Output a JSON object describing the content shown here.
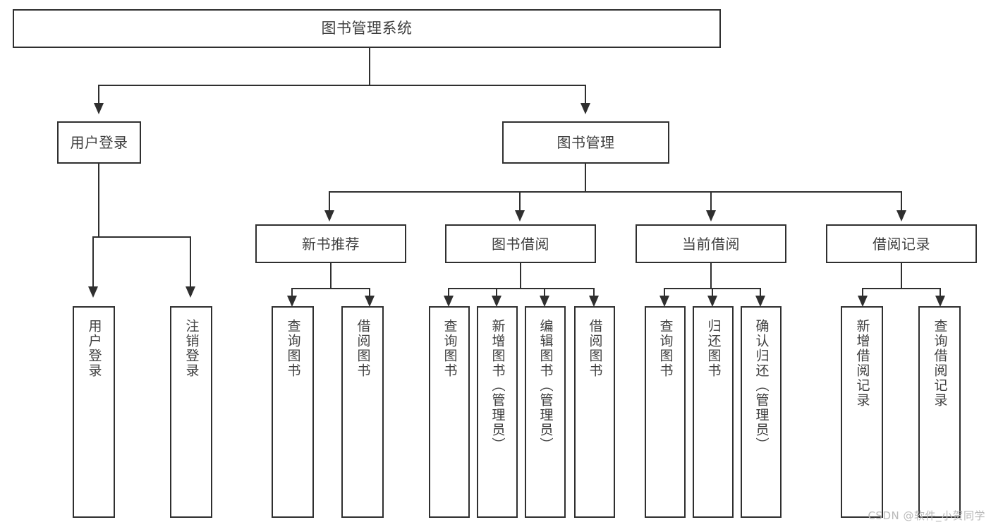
{
  "diagram": {
    "type": "tree-hierarchy",
    "title": "图书管理系统",
    "background_color": "#ffffff",
    "line_color": "#2f2f2f",
    "text_color": "#3f3f3f"
  },
  "nodes": {
    "root": {
      "label": "图书管理系统",
      "level": 1
    },
    "level2": [
      {
        "id": "user-login",
        "label": "用户登录"
      },
      {
        "id": "book-management",
        "label": "图书管理"
      }
    ],
    "level3": [
      {
        "id": "new-book-recommend",
        "label": "新书推荐"
      },
      {
        "id": "book-borrow",
        "label": "图书借阅"
      },
      {
        "id": "current-borrow",
        "label": "当前借阅"
      },
      {
        "id": "borrow-record",
        "label": "借阅记录"
      }
    ],
    "leaves": {
      "user_login": [
        {
          "id": "leaf-user-login",
          "label": "用户登录"
        },
        {
          "id": "leaf-logout-login",
          "label": "注销登录"
        }
      ],
      "new_book_recommend": [
        {
          "id": "leaf-query-book-1",
          "label": "查询图书"
        },
        {
          "id": "leaf-borrow-book-1",
          "label": "借阅图书"
        }
      ],
      "book_borrow": [
        {
          "id": "leaf-query-book-2",
          "label": "查询图书"
        },
        {
          "id": "leaf-add-book",
          "label": "新增图书（管理员）"
        },
        {
          "id": "leaf-edit-book",
          "label": "编辑图书（管理员）"
        },
        {
          "id": "leaf-borrow-book-2",
          "label": "借阅图书"
        }
      ],
      "current_borrow": [
        {
          "id": "leaf-query-book-3",
          "label": "查询图书"
        },
        {
          "id": "leaf-return-book",
          "label": "归还图书"
        },
        {
          "id": "leaf-confirm-return",
          "label": "确认归还（管理员）"
        }
      ],
      "borrow_record": [
        {
          "id": "leaf-add-record",
          "label": "新增借阅记录"
        },
        {
          "id": "leaf-query-record",
          "label": "查询借阅记录"
        }
      ]
    }
  },
  "watermark": {
    "text": "CSDN @软件_小贺同学"
  }
}
